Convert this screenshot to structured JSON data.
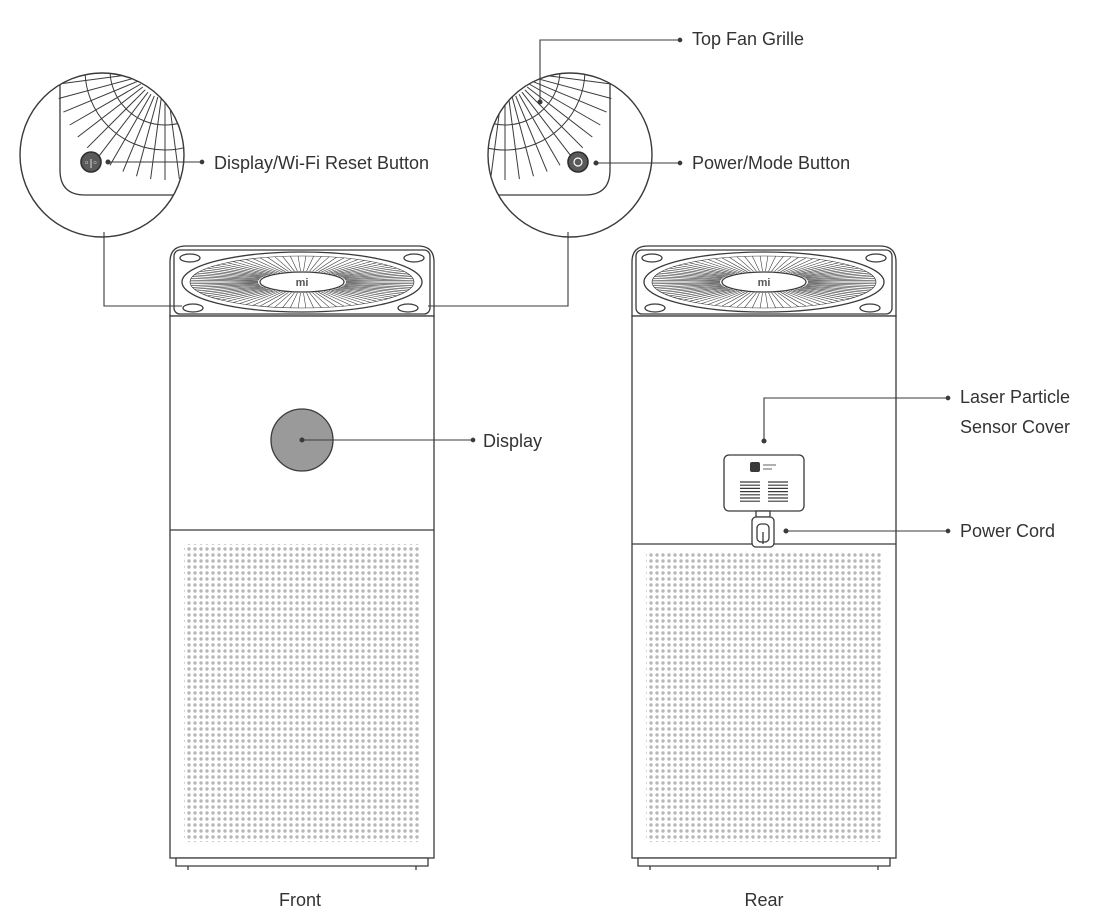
{
  "callouts": {
    "top_fan_grille": "Top Fan Grille",
    "display_wifi_reset": "Display/Wi-Fi Reset Button",
    "power_mode": "Power/Mode Button",
    "display": "Display",
    "laser_sensor_line1": "Laser Particle",
    "laser_sensor_line2": "Sensor Cover",
    "power_cord": "Power Cord"
  },
  "views": {
    "front": "Front",
    "rear": "Rear"
  },
  "logo_text": "mi",
  "colors": {
    "line": "#3a3a3a",
    "display_fill": "#9a9a9a",
    "dot": "#b8b8b8",
    "background": "#ffffff"
  }
}
